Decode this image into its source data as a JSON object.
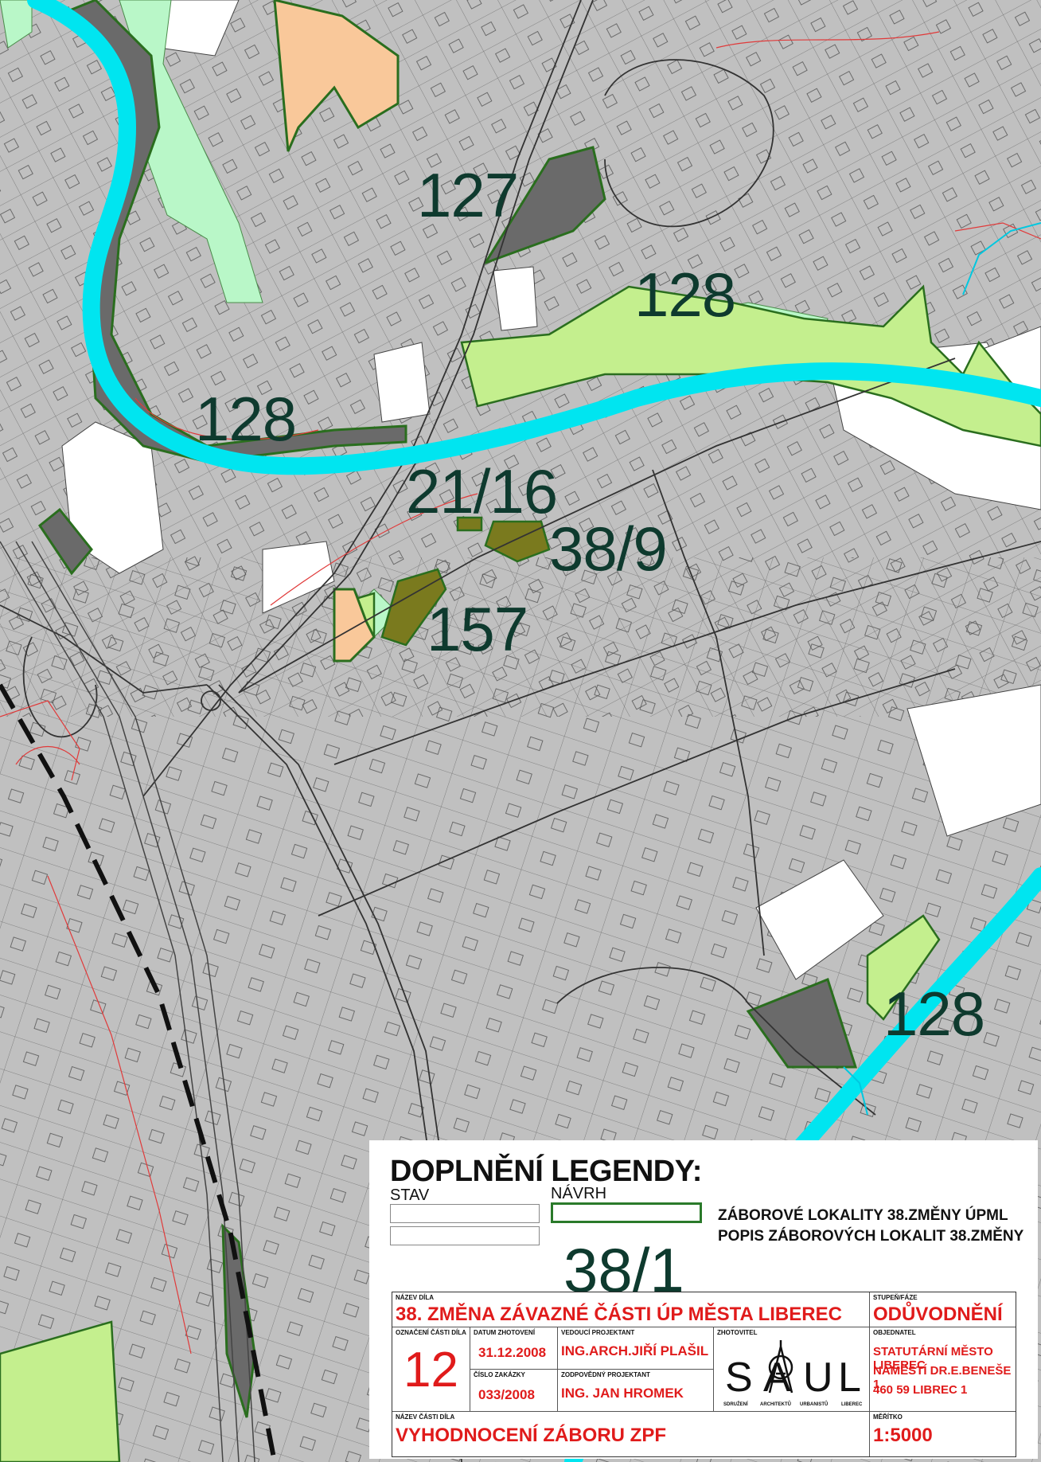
{
  "map": {
    "locality_labels": [
      {
        "text": "127"
      },
      {
        "text": "128"
      },
      {
        "text": "128"
      },
      {
        "text": "21/16"
      },
      {
        "text": "38/9"
      },
      {
        "text": "157"
      },
      {
        "text": "128"
      }
    ],
    "colors": {
      "background": "#c0c0c0",
      "river": "#00e5f0",
      "forest_dark": "#6a6a6a",
      "meadow_light": "#b9f7c8",
      "meadow_lime": "#c4ef8e",
      "orange_area": "#f9c89a",
      "olive_area": "#7a7a1e",
      "locality_outline": "#2a6e1e",
      "plot_lines": "#555555",
      "red_lines": "#e03a3a",
      "railway": "#111111"
    }
  },
  "legend": {
    "title": "DOPLNĚNÍ LEGENDY:",
    "stav_label": "STAV",
    "navrh_label": "NÁVRH",
    "entry1": "ZÁBOROVÉ LOKALITY 38.ZMĚNY ÚPML",
    "entry2": "POPIS ZÁBOROVÝCH LOKALIT 38.ZMĚNY",
    "example_label": "38/1"
  },
  "title_block": {
    "nazev_dila_cap": "NÁZEV DÍLA",
    "nazev_dila": "38. ZMĚNA ZÁVAZNÉ ČÁSTI ÚP MĚSTA LIBEREC",
    "stupen_cap": "STUPEŇ/FÁZE",
    "stupen": "ODŮVODNĚNÍ",
    "oznaceni_cap": "OZNAČENÍ ČÁSTI DÍLA",
    "oznaceni": "12",
    "datum_cap": "DATUM ZHOTOVENÍ",
    "datum": "31.12.2008",
    "cislo_cap": "ČÍSLO ZAKÁZKY",
    "cislo": "033/2008",
    "vedouci_cap": "VEDOUCÍ PROJEKTANT",
    "vedouci": "ING.ARCH.JIŘÍ PLAŠIL",
    "zodpovedny_cap": "ZODPOVĚDNÝ PROJEKTANT",
    "zodpovedny": "ING. JAN HROMEK",
    "zhotovitel_cap": "ZHOTOVITEL",
    "logo_letters": [
      "S",
      "A",
      "U",
      "L"
    ],
    "logo_words": [
      "SDRUŽENÍ",
      "ARCHITEKTŮ",
      "URBANISTŮ",
      "LIBEREC"
    ],
    "objednatel_cap": "OBJEDNATEL",
    "objednatel_1": "STATUTÁRNÍ MĚSTO LIBEREC",
    "objednatel_2": "NÁMĚSTÍ DR.E.BENEŠE 1",
    "objednatel_3": "460 59 LIBREC 1",
    "nazev_casti_cap": "NÁZEV ČÁSTI DÍLA",
    "nazev_casti": "VYHODNOCENÍ ZÁBORU ZPF",
    "meritko_cap": "MĚŘÍTKO",
    "meritko": "1:5000"
  }
}
